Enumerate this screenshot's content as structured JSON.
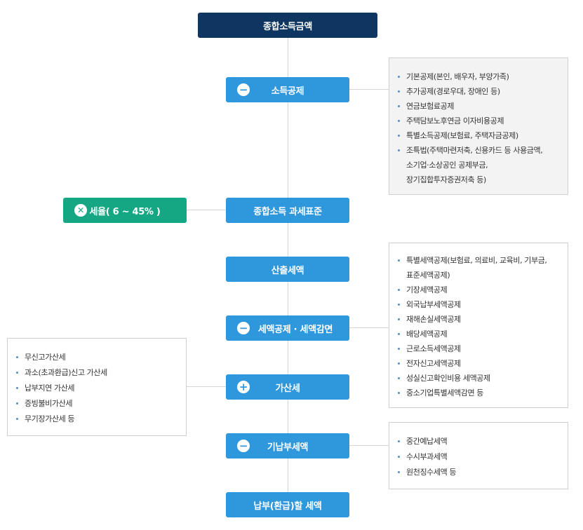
{
  "nodes": {
    "total_income": "종합소득금액",
    "income_deduction": "소득공제",
    "tax_base": "종합소득 과세표준",
    "tax_rate": "세율( 6 ~ 45% )",
    "calculated_tax": "산출세액",
    "tax_credit": "세액공제 · 세액감면",
    "additional_tax": "가산세",
    "prepaid_tax": "기납부세액",
    "payable_tax": "납부(환급)할 세액"
  },
  "symbols": {
    "minus": "−",
    "plus": "+",
    "times": "✕"
  },
  "notes": {
    "income_deduction": [
      "기본공제(본인, 배우자, 부양가족)",
      "추가공제(경로우대, 장애인 등)",
      "연금보험료공제",
      "주택담보노후연금 이자비용공제",
      "특별소득공제(보험료, 주택자금공제)",
      "조특법(주택마련저축, 신용카드 등 사용금액,",
      "소기업·소상공인 공제부금,",
      "장기집합투자증권저축 등)"
    ],
    "tax_credit": [
      "특별세액공제(보험료, 의료비, 교육비, 기부금,",
      "표준세액공제)",
      "기장세액공제",
      "외국납부세액공제",
      "재해손실세액공제",
      "배당세액공제",
      "근로소득세액공제",
      "전자신고세액공제",
      "성실신고확인비용 세액공제",
      "중소기업특별세액감면 등"
    ],
    "additional_tax": [
      "무신고가산세",
      "과소(초과환급)신고 가산세",
      "납부지연 가산세",
      "증빙불비가산세",
      "무기장가산세 등"
    ],
    "prepaid_tax": [
      "중간예납세액",
      "수시부과세액",
      "원천징수세액 등"
    ]
  },
  "colors": {
    "dark_navy": "#0f3561",
    "blue": "#2f97dc",
    "green": "#15a784"
  }
}
